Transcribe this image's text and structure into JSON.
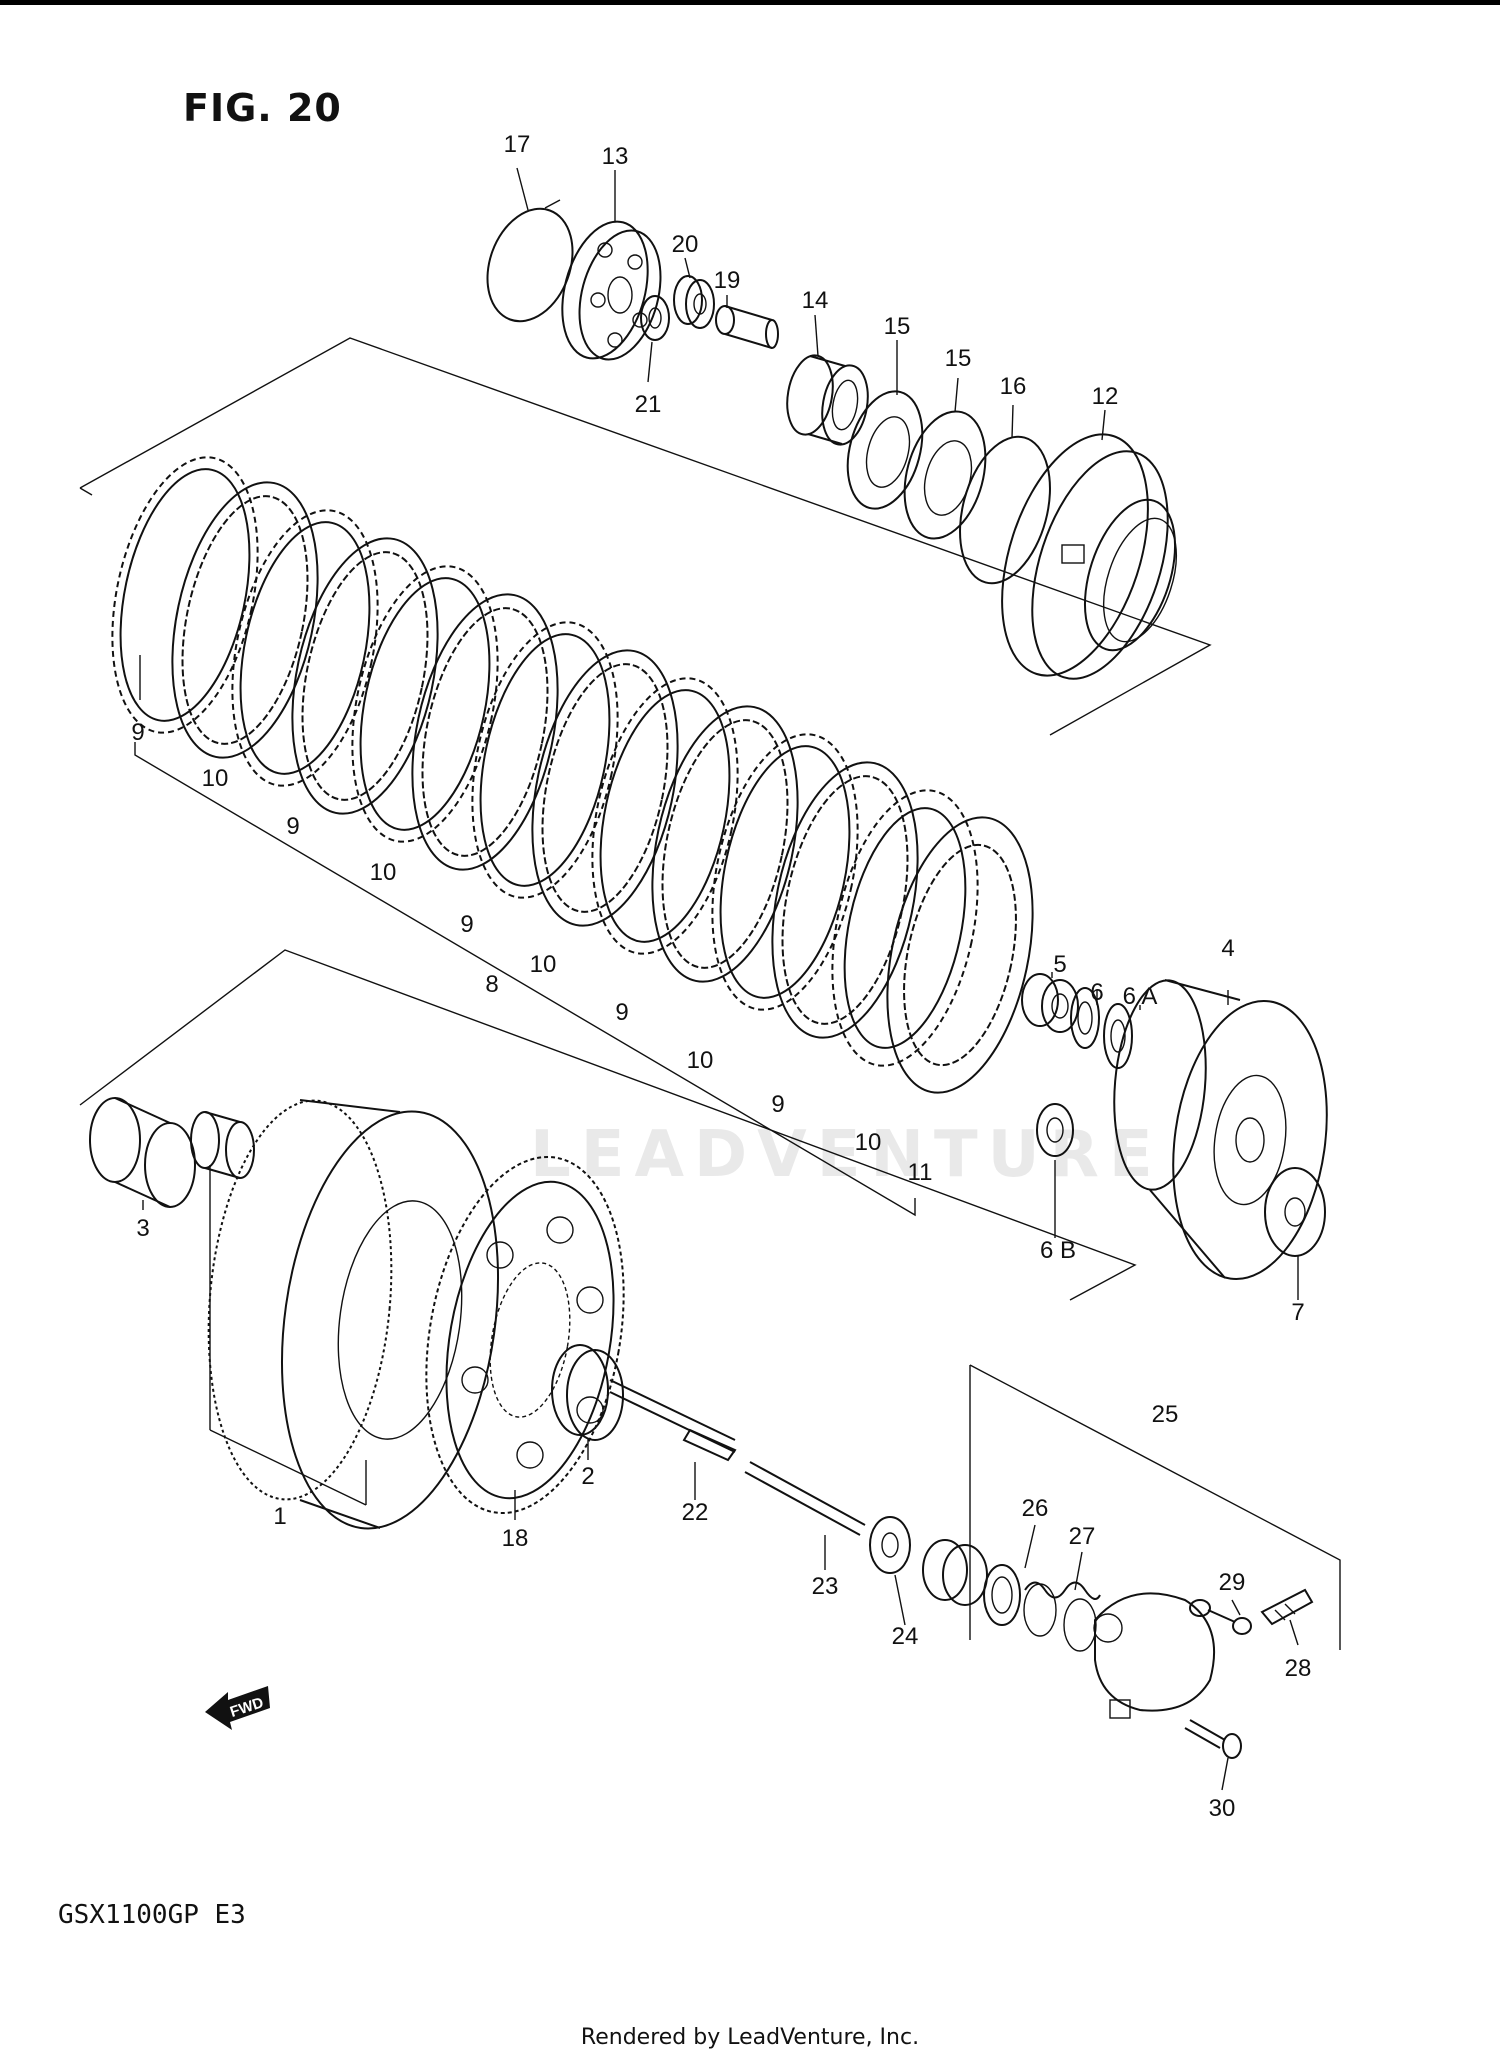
{
  "title": "FIG. 20",
  "model_code": "GSX1100GP  E3",
  "footer": "Rendered by LeadVenture, Inc.",
  "watermark": "LEADVENTURE",
  "callouts": {
    "c1": "1",
    "c2": "2",
    "c3": "3",
    "c4": "4",
    "c5": "5",
    "c6": "6",
    "c6a": "6 A",
    "c6b": "6 B",
    "c7": "7",
    "c8": "8",
    "c9a": "9",
    "c9b": "9",
    "c9c": "9",
    "c9d": "9",
    "c9e": "9",
    "c10a": "10",
    "c10b": "10",
    "c10c": "10",
    "c10d": "10",
    "c10e": "10",
    "c11": "11",
    "c12": "12",
    "c13": "13",
    "c14": "14",
    "c15a": "15",
    "c15b": "15",
    "c16": "16",
    "c17": "17",
    "c18": "18",
    "c19": "19",
    "c20": "20",
    "c21": "21",
    "c22": "22",
    "c23": "23",
    "c24": "24",
    "c25": "25",
    "c26": "26",
    "c27": "27",
    "c28": "28",
    "c29": "29",
    "c30": "30"
  },
  "direction_arrow": "FWD"
}
